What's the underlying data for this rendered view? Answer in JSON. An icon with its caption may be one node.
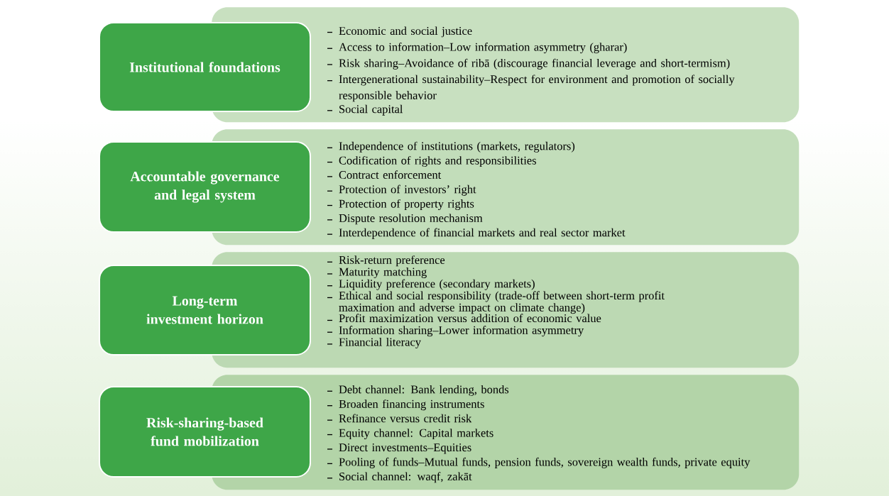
{
  "diagram": {
    "nodes": [
      {
        "text": [
          "Institutional foundations"
        ]
      },
      {
        "text": [
          "Economic and social justice",
          "Access to information–Low information asymmetry (gharar)",
          "Risk sharing–Avoidance of ribā (discourage financial leverage and short-termism)",
          "Intergenerational sustainability–Respect for environment and promotion of socially responsible behavior",
          "Social capital"
        ]
      },
      {
        "text": [
          "Accountable governance and legal system"
        ]
      },
      {
        "text": [
          "Independence of institutions (markets, regulators)",
          "Codification of rights and responsibilities",
          "Contract enforcement",
          "Protection of investors’ right",
          "Protection of property rights",
          "Dispute resolution mechanism",
          "Interdependence of financial markets and real sector market"
        ]
      },
      {
        "text": [
          "Long-term investment horizon"
        ]
      },
      {
        "text": [
          "Risk-return preference",
          "Maturity matching",
          "Liquidity preference (secondary markets)",
          "Ethical and social responsibility (trade-off between short-term profit maximation and adverse impact on climate change)",
          "Profit maximization versus addition of economic value",
          "Information sharing–Lower information asymmetry",
          "Financial literacy"
        ]
      },
      {
        "text": [
          "Risk-sharing-based fund mobilization"
        ]
      },
      {
        "text": [
          "Debt channel: Bank lending, bonds",
          "Broaden financing instruments",
          "Refinance versus credit risk",
          "Equity channel: Capital markets",
          "Direct investments–Equities",
          "Pooling of funds–Mutual funds, pension funds, sovereign wealth funds, private equity",
          "Social channel: waqf, zakāt"
        ]
      }
    ]
  }
}
